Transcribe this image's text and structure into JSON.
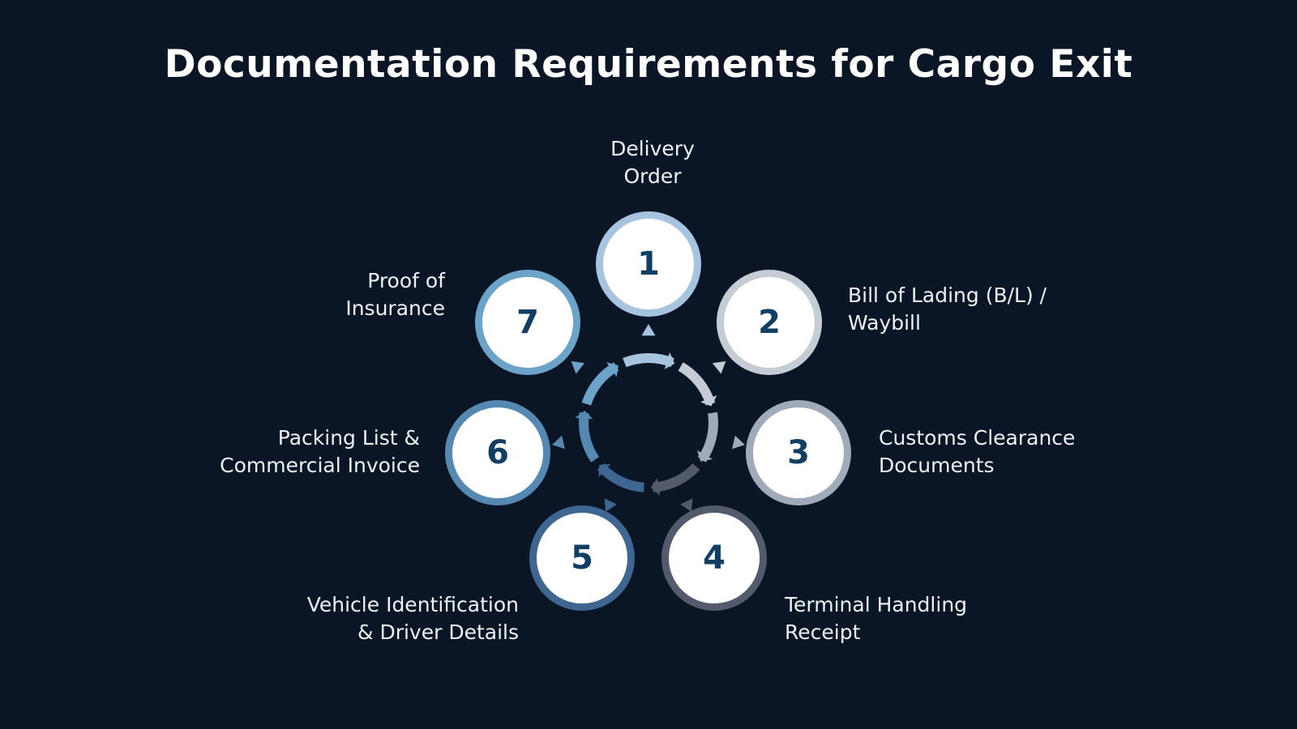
{
  "title": "Documentation Requirements for Cargo Exit",
  "steps": [
    {
      "number": "1",
      "line1": "Delivery",
      "line2": "Order",
      "color": "#a6c4df"
    },
    {
      "number": "2",
      "line1": "Bill of Lading (B/L) /",
      "line2": "Waybill",
      "color": "#c6ccd6"
    },
    {
      "number": "3",
      "line1": "Customs Clearance",
      "line2": "Documents",
      "color": "#a1aab9"
    },
    {
      "number": "4",
      "line1": "Terminal Handling",
      "line2": "Receipt",
      "color": "#525a6c"
    },
    {
      "number": "5",
      "line1": "Vehicle Identification",
      "line2": "& Driver Details",
      "color": "#3f6690"
    },
    {
      "number": "6",
      "line1": "Packing List &",
      "line2": "Commercial Invoice",
      "color": "#5589b2"
    },
    {
      "number": "7",
      "line1": "Proof of",
      "line2": "Insurance",
      "color": "#6ca3c9"
    }
  ]
}
